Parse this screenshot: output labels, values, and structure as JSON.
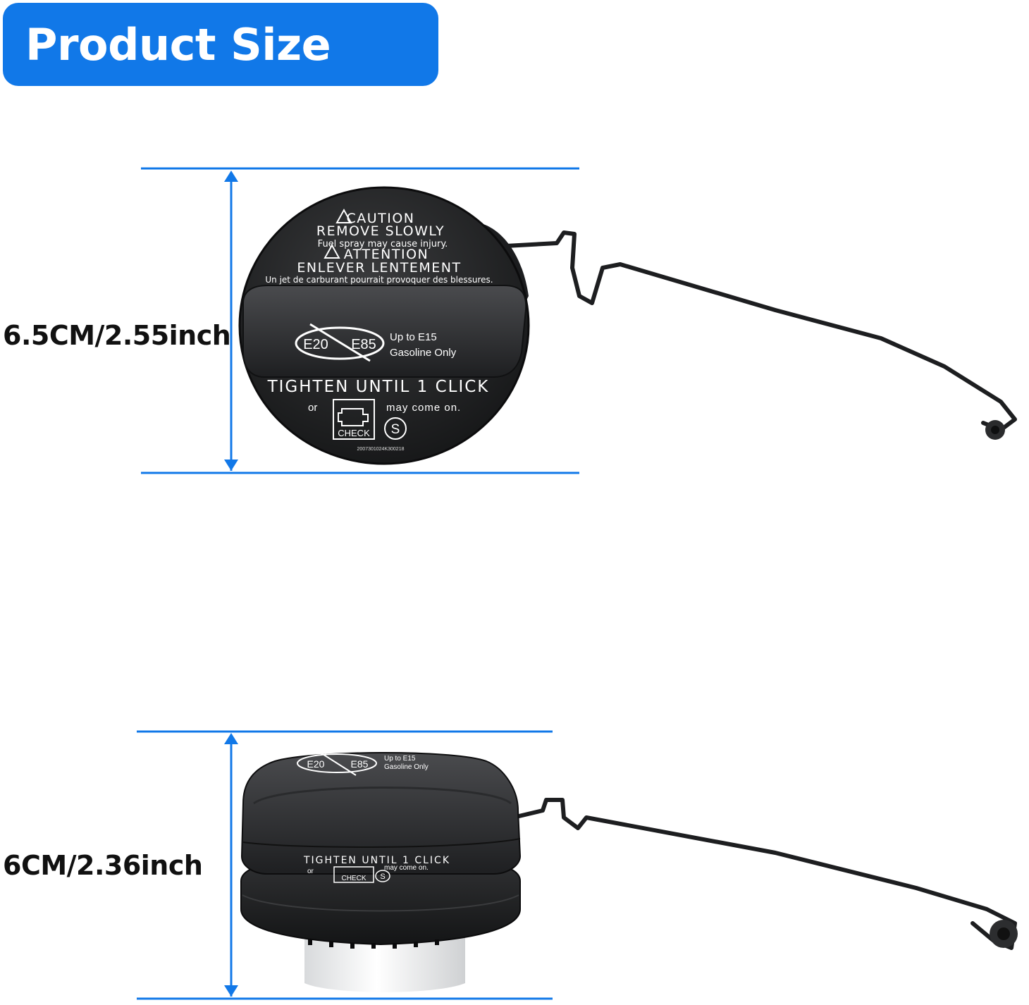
{
  "header": {
    "title": "Product Size",
    "accent_color": "#1178e8"
  },
  "top_view": {
    "dimension_label": "6.5CM/2.55inch",
    "cap_text": {
      "caution": "CAUTION",
      "remove_slowly": "REMOVE SLOWLY",
      "fuel_spray": "Fuel spray may cause injury.",
      "attention": "ATTENTION",
      "enlever": "ENLEVER LENTEMENT",
      "un_jet": "Un jet de carburant pourrait provoquer des blessures.",
      "e20": "E20",
      "e85": "E85",
      "up_to": "Up to E15",
      "gasoline_only": "Gasoline Only",
      "tighten": "TIGHTEN UNTIL 1 CLICK",
      "or": "or",
      "may_come_on": "may come on.",
      "check": "CHECK",
      "s_mark": "S",
      "serial": "2007301024K300218"
    }
  },
  "side_view": {
    "dimension_label": "6CM/2.36inch",
    "cap_text": {
      "e20": "E20",
      "e85": "E85",
      "up_to": "Up to E15",
      "gasoline_only": "Gasoline Only",
      "tighten": "TIGHTEN UNTIL 1 CLICK",
      "or": "or",
      "may_come_on": "may come on.",
      "check": "CHECK",
      "s_mark": "S"
    }
  }
}
